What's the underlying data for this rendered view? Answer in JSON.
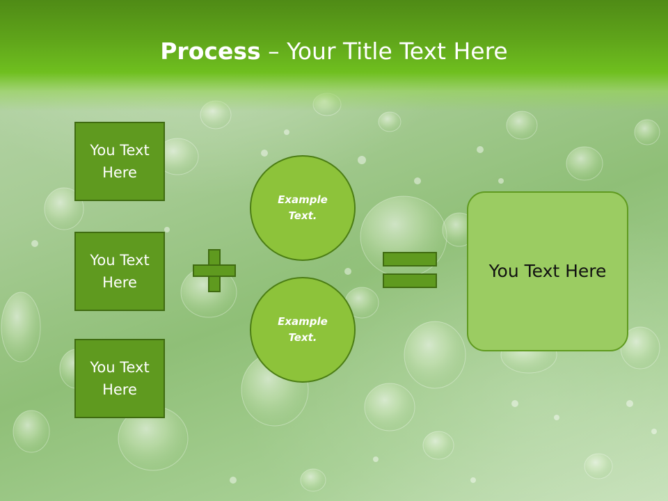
{
  "slide": {
    "title_bold": "Process",
    "title_rest": " – Your Title Text Here"
  },
  "left_boxes": [
    {
      "text": "You Text Here"
    },
    {
      "text": "You Text Here"
    },
    {
      "text": "You Text Here"
    }
  ],
  "circles": [
    {
      "text": "Example Text."
    },
    {
      "text": "Example Text."
    }
  ],
  "result": {
    "text": "You Text Here"
  },
  "colors": {
    "header_green": "#5fa41a",
    "box_fill": "#5f9a1f",
    "box_border": "#3f6b10",
    "circle_fill": "#8dc33a",
    "result_fill": "#9bcc62"
  },
  "icons": {
    "operator_1": "plus-icon",
    "operator_2": "equals-icon"
  }
}
